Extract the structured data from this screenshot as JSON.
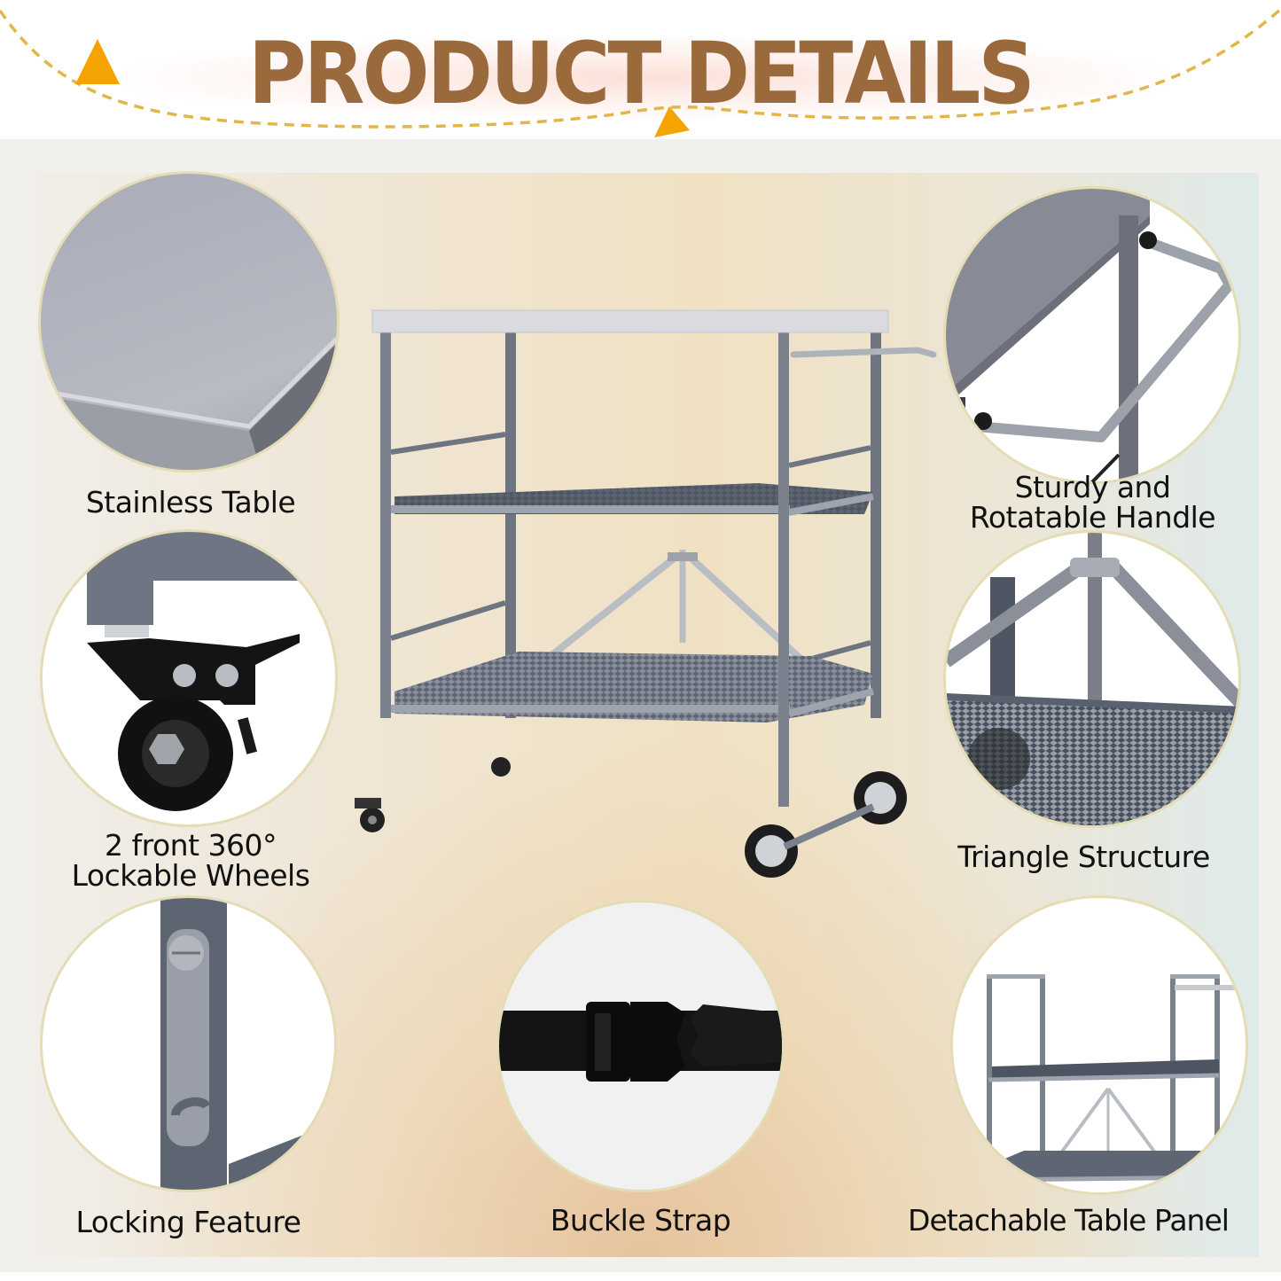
{
  "header": {
    "title": "PRODUCT DETAILS",
    "title_color": "#9a6a3d",
    "accent_color": "#f5a300",
    "dash_color": "#e2b64a"
  },
  "features": [
    {
      "id": "stainless-table",
      "label": "Stainless Table",
      "position": "left-top"
    },
    {
      "id": "lockable-wheels",
      "label_line1": "2 front 360°",
      "label_line2": "Lockable Wheels",
      "position": "left-middle"
    },
    {
      "id": "locking-feature",
      "label": "Locking Feature",
      "position": "left-bottom"
    },
    {
      "id": "buckle-strap",
      "label": "Buckle Strap",
      "position": "center-bottom"
    },
    {
      "id": "rotatable-handle",
      "label_line1": "Sturdy and",
      "label_line2": "Rotatable Handle",
      "position": "right-top"
    },
    {
      "id": "triangle-structure",
      "label": "Triangle Structure",
      "position": "right-middle"
    },
    {
      "id": "detachable-panel",
      "label": "Detachable Table Panel",
      "position": "right-bottom"
    }
  ],
  "product": {
    "name": "Folding rolling utility cart",
    "frame_color": "#6f7480",
    "top_color": "#d9dbe0"
  }
}
